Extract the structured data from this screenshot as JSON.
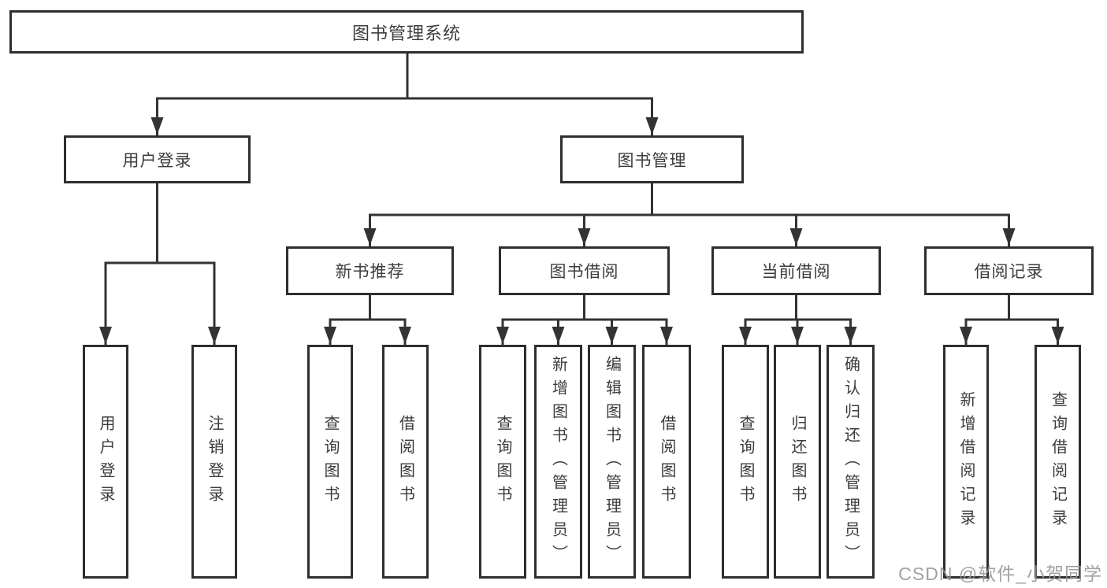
{
  "diagram": {
    "root": "图书管理系统",
    "level2": [
      "用户登录",
      "图书管理"
    ],
    "level3": [
      "新书推荐",
      "图书借阅",
      "当前借阅",
      "借阅记录"
    ],
    "leaves_user": [
      "用户登录",
      "注销登录"
    ],
    "leaves_recommend": [
      "查询图书",
      "借阅图书"
    ],
    "leaves_borrow": [
      "查询图书",
      "新增图书（管理员）",
      "编辑图书（管理员）",
      "借阅图书"
    ],
    "leaves_current": [
      "查询图书",
      "归还图书",
      "确认归还（管理员）"
    ],
    "leaves_records": [
      "新增借阅记录",
      "查询借阅记录"
    ]
  },
  "colors": {
    "line": "#333333",
    "border": "#2e2e2e",
    "text": "#3c3c3c",
    "watermark": "#949494"
  },
  "watermark": {
    "text": "CSDN @软件_小贺同学"
  }
}
